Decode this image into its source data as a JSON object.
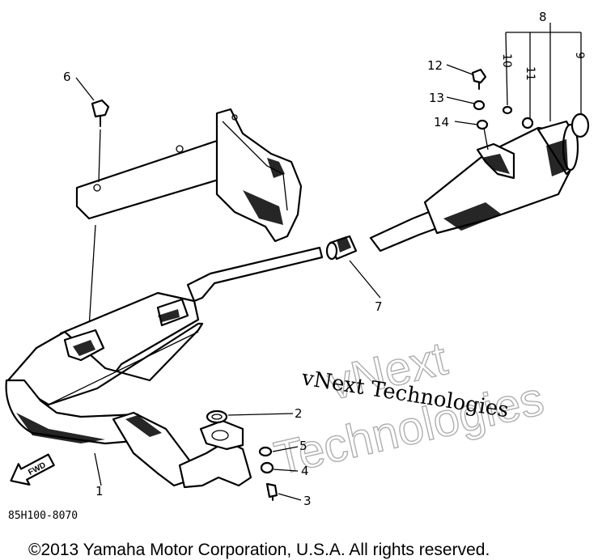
{
  "callouts": [
    {
      "id": "1",
      "label": "1"
    },
    {
      "id": "2",
      "label": "2"
    },
    {
      "id": "3",
      "label": "3"
    },
    {
      "id": "4",
      "label": "4"
    },
    {
      "id": "5",
      "label": "5"
    },
    {
      "id": "6",
      "label": "6"
    },
    {
      "id": "7",
      "label": "7"
    },
    {
      "id": "8",
      "label": "8"
    },
    {
      "id": "9",
      "label": "9"
    },
    {
      "id": "10",
      "label": "10"
    },
    {
      "id": "11",
      "label": "11"
    },
    {
      "id": "12",
      "label": "12"
    },
    {
      "id": "13",
      "label": "13"
    },
    {
      "id": "14",
      "label": "14"
    }
  ],
  "fwd_arrow_label": "FWD",
  "diagram_code": "85H100-8070",
  "watermark_text": "vNext Technologies",
  "watermark_big_line1": "vNext",
  "watermark_big_line2": "Technologies",
  "copyright": "©2013 Yamaha Motor Corporation, U.S.A. All rights reserved."
}
